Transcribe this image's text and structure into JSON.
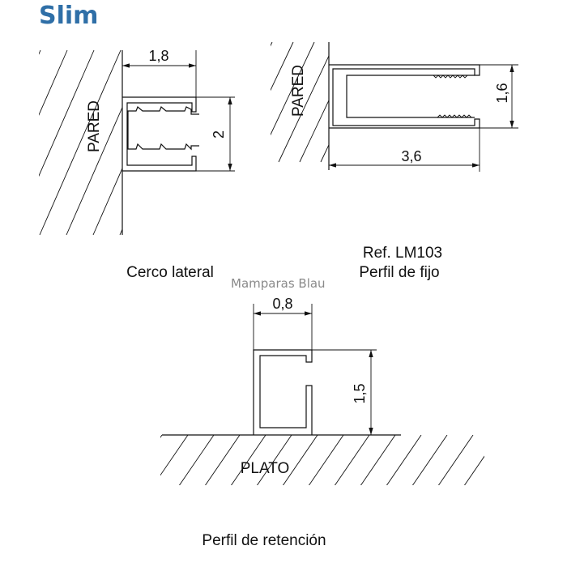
{
  "title": "Slim",
  "watermark": "Mamparas Blau",
  "cerco_lateral": {
    "wall_label": "PARED",
    "width_dim": "1,8",
    "height_dim": "2",
    "caption": "Cerco lateral"
  },
  "perfil_fijo": {
    "wall_label": "PARED",
    "width_dim": "3,6",
    "height_dim": "1,6",
    "ref": "Ref. LM103",
    "caption": "Perfil de fijo"
  },
  "perfil_retencion": {
    "floor_label": "PLATO",
    "width_dim": "0,8",
    "height_dim": "1,5",
    "caption": "Perfil de retención"
  }
}
